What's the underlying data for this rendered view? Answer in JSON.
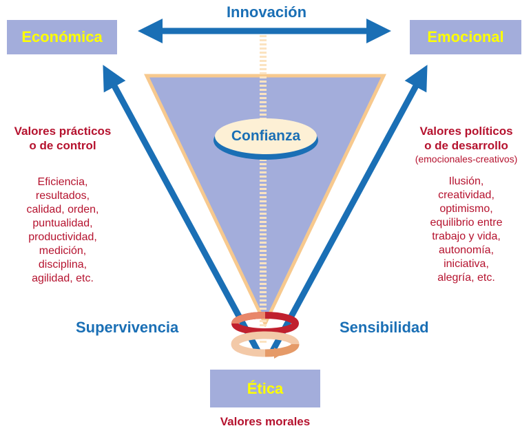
{
  "nodes": {
    "top_left": "Económica",
    "top_right": "Emocional",
    "bottom": "Ética"
  },
  "edges": {
    "top": "Innovación",
    "left": "Supervivencia",
    "right": "Sensibilidad"
  },
  "center_label": "Confianza",
  "left_values": {
    "title_line1": "Valores prácticos",
    "title_line2": "o de control",
    "items": [
      "Eficiencia,",
      "resultados,",
      "calidad, orden,",
      "puntualidad,",
      "productividad,",
      "medición,",
      "disciplina,",
      "agilidad, etc."
    ]
  },
  "right_values": {
    "title_line1": "Valores políticos",
    "title_line2": "o de desarrollo",
    "subtitle": "(emocionales-creativos)",
    "items": [
      "Ilusión,",
      "creatividad,",
      "optimismo,",
      "equilibrio entre",
      "trabajo y vida,",
      "autonomía,",
      "iniciativa,",
      "alegría, etc."
    ]
  },
  "bottom_caption": "Valores morales",
  "colors": {
    "box_fill": "#a3addb",
    "box_text": "#ffff00",
    "arrow_blue": "#1a6fb5",
    "value_red": "#b5122e",
    "triangle_fill": "#a3addb",
    "triangle_border": "#f7c98e",
    "oval_fill": "#fdf0d5"
  }
}
